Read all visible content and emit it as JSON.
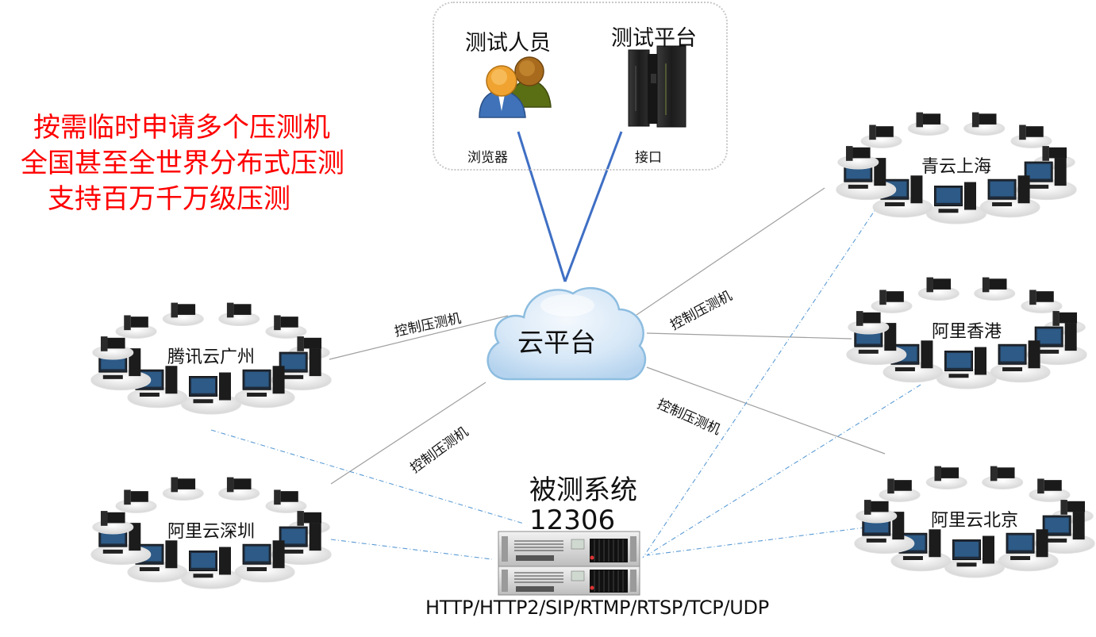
{
  "slogan": {
    "lines": [
      "按需临时申请多个压测机",
      "全国甚至全世界分布式压测",
      "支持百万千万级压测"
    ],
    "color": "#ff0000"
  },
  "testers": {
    "people_label": "测试人员",
    "people_icon": "users-icon",
    "people_channel": "浏览器",
    "platform_label": "测试平台",
    "platform_icon": "server-rack-icon",
    "platform_channel": "接口"
  },
  "cloud": {
    "label": "云平台",
    "icon": "cloud-icon"
  },
  "edge_labels": {
    "left_upper": "控制压测机",
    "left_lower": "控制压测机",
    "right_upper": "控制压测机",
    "right_lower": "控制压测机"
  },
  "clusters": [
    {
      "id": "tencent-guangzhou",
      "label": "腾讯云广州"
    },
    {
      "id": "aliyun-shenzhen",
      "label": "阿里云深圳"
    },
    {
      "id": "qingcloud-shanghai",
      "label": "青云上海"
    },
    {
      "id": "ali-hongkong",
      "label": "阿里香港"
    },
    {
      "id": "aliyun-beijing",
      "label": "阿里云北京"
    }
  ],
  "target_system": {
    "title": "被测系统",
    "name": "12306",
    "icon": "rack-server-icon",
    "protocols": "HTTP/HTTP2/SIP/RTMP/RTSP/TCP/UDP"
  },
  "colors": {
    "blue_link": "#3f6fc4",
    "control_line": "#a0a0a0",
    "load_line": "#5b9bd5",
    "cloud_fill": "#cfe3f5",
    "cloud_stroke": "#8dbde0"
  }
}
